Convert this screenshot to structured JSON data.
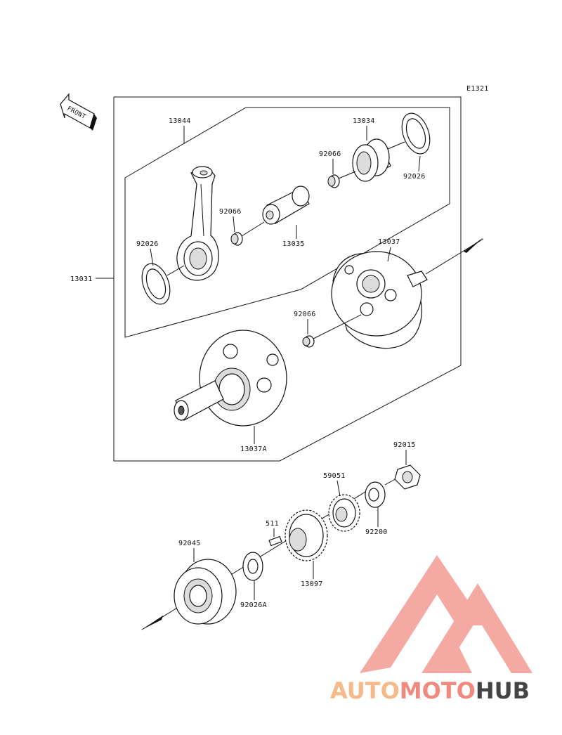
{
  "diagram_code": "E1321",
  "front_marker": "FRONT",
  "labels": {
    "l13044": "13044",
    "l13034": "13034",
    "l92066a": "92066",
    "l92026a": "92026",
    "l92066b": "92066",
    "l92026b": "92026",
    "l13035": "13035",
    "l13031": "13031",
    "l13037": "13037",
    "l92066c": "92066",
    "l13037A": "13037A",
    "l92015": "92015",
    "l59051": "59051",
    "l511": "511",
    "l92200": "92200",
    "l92045": "92045",
    "l13097": "13097",
    "l92026A": "92026A"
  },
  "watermark": {
    "part1": "AUTO",
    "part2": "MOTO",
    "part3": "HUB",
    "color1": "#f5b98a",
    "color2": "#f08a7e",
    "color3": "#444444",
    "logo_color": "#f4a09a"
  }
}
